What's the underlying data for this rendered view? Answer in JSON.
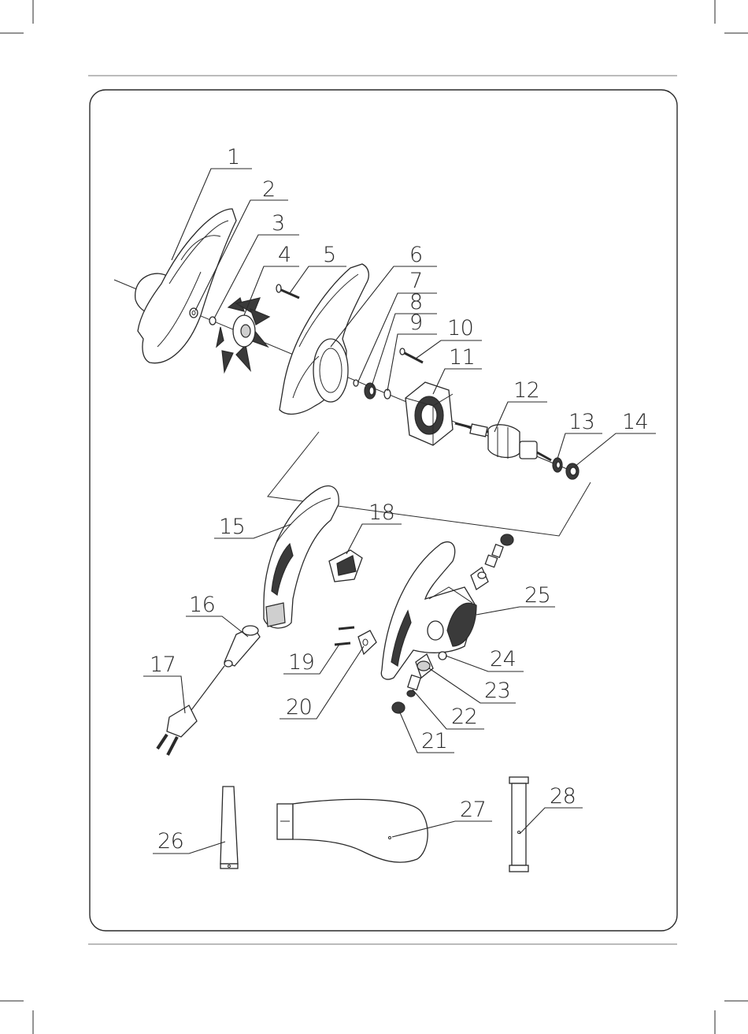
{
  "parts": {
    "p1": "1",
    "p2": "2",
    "p3": "3",
    "p4": "4",
    "p5": "5",
    "p6": "6",
    "p7": "7",
    "p8": "8",
    "p9": "9",
    "p10": "10",
    "p11": "11",
    "p12": "12",
    "p13": "13",
    "p14": "14",
    "p15": "15",
    "p16": "16",
    "p17": "17",
    "p18": "18",
    "p19": "19",
    "p20": "20",
    "p21": "21",
    "p22": "22",
    "p23": "23",
    "p24": "24",
    "p25": "25",
    "p26": "26",
    "p27": "27",
    "p28": "28"
  },
  "colors": {
    "ink": "#2a2a2a",
    "dark_fill": "#3a3a3a",
    "mid_fill": "#cfcfcf"
  }
}
